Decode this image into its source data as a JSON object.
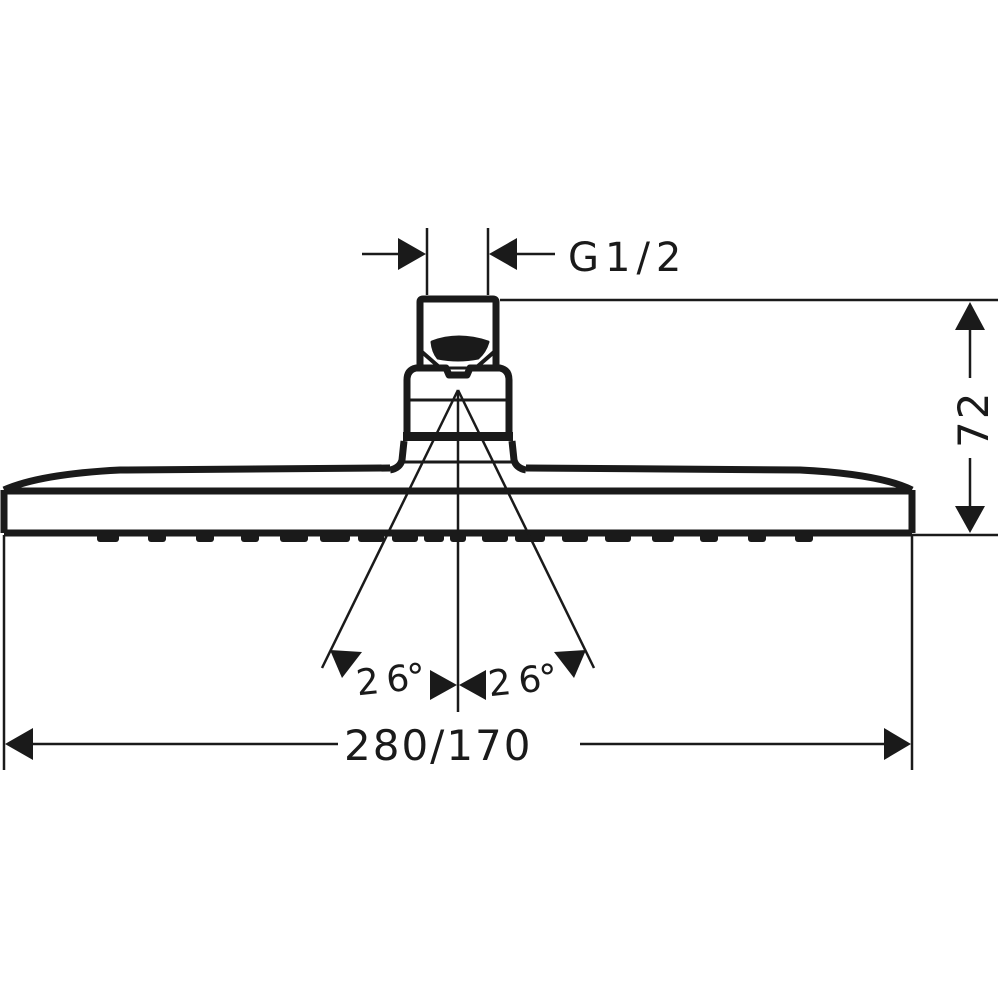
{
  "drawing": {
    "subject": "Overhead shower head technical drawing (front view)",
    "line_color": "#1a1a1a",
    "background": "#ffffff"
  },
  "dimensions": {
    "connection": {
      "label": "G1/2"
    },
    "height": {
      "label": "72"
    },
    "width": {
      "label": "280/170"
    },
    "spray_angle_left": {
      "label": "2 6°"
    },
    "spray_angle_right": {
      "label": "2 6°"
    }
  }
}
